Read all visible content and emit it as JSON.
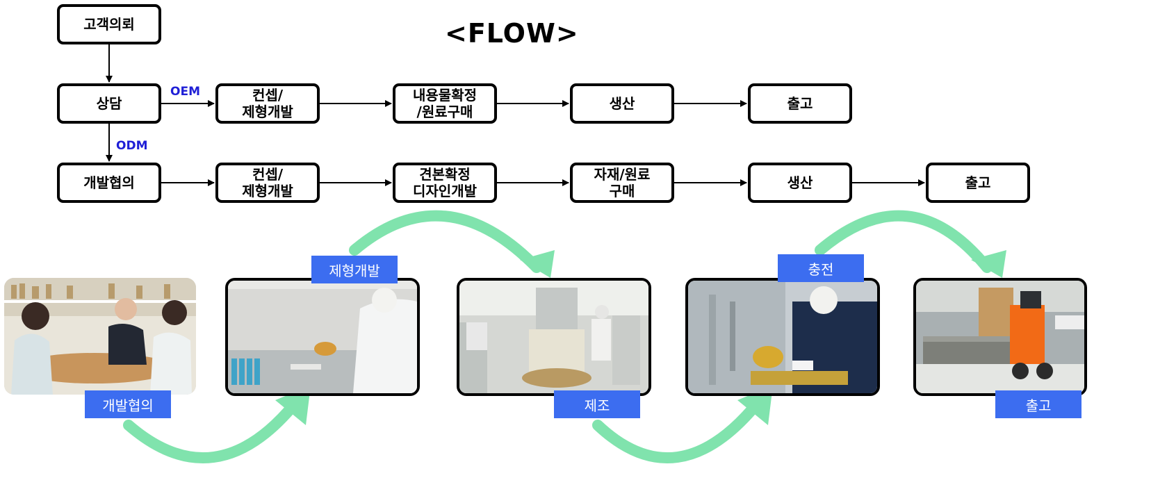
{
  "title": "<FLOW>",
  "routes": {
    "oem": "OEM",
    "odm": "ODM"
  },
  "boxes": {
    "request": "고객의뢰",
    "consult": "상담",
    "oem_concept": "컨셉/\n제형개발",
    "oem_content": "내용물확정\n/원료구매",
    "oem_production": "생산",
    "oem_shipping": "출고",
    "odm_discussion": "개발협의",
    "odm_concept": "컨셉/\n제형개발",
    "odm_sample": "견본확정\n디자인개발",
    "odm_material": "자재/원료\n구매",
    "odm_production": "생산",
    "odm_shipping": "출고"
  },
  "stages": {
    "development": "개발협의",
    "formulation": "제형개발",
    "manufacture": "제조",
    "filling": "충전",
    "shipping": "출고"
  },
  "colors": {
    "route_label": "#1f1fd6",
    "stage_tag": "#3c6df0",
    "curve_arrow": "#80e3ad"
  }
}
